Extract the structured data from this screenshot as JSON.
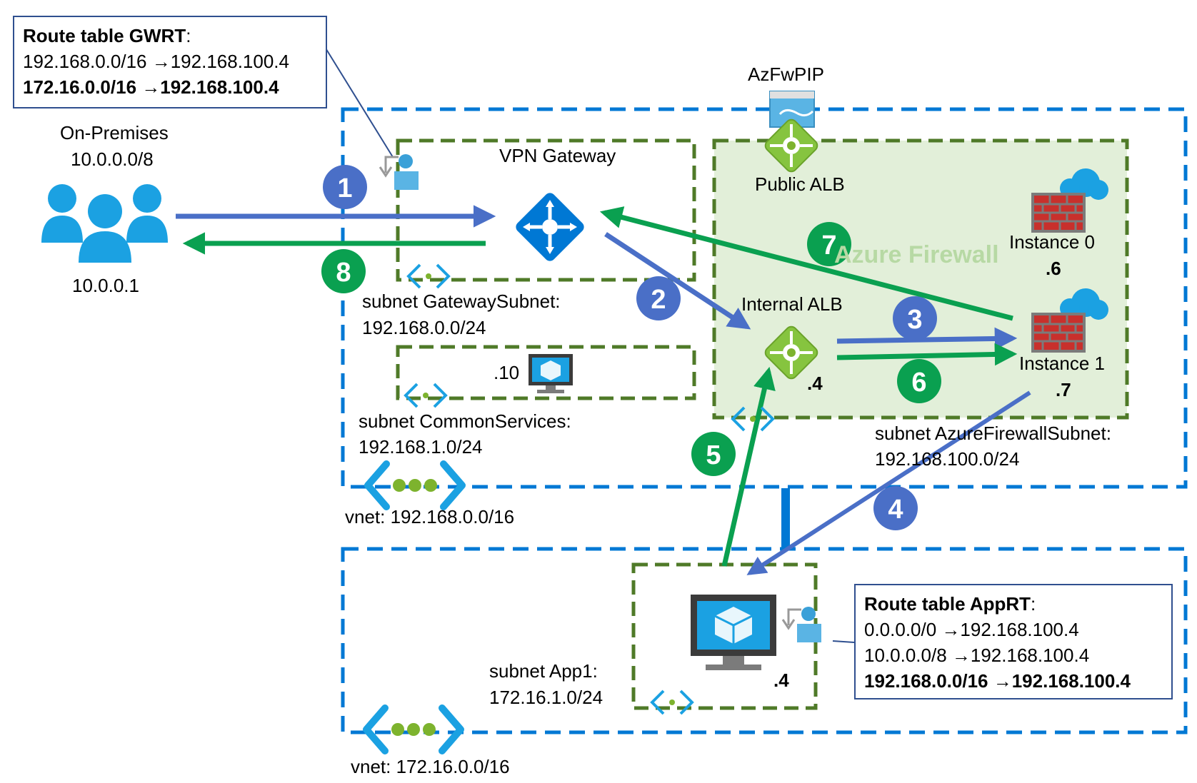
{
  "colors": {
    "blue_flow": "#4a6fc7",
    "green_flow": "#0aa050",
    "azure_blue": "#0078d4",
    "icon_cyan": "#1ba1e2",
    "subnet_dash": "#4f7a28",
    "firewall_fill": "#e2efd9",
    "alb_green": "#7db32e",
    "box_border": "#2f4f8f"
  },
  "route_table_gwrt": {
    "title": "Route table GWRT",
    "title_suffix": ":",
    "routes": [
      "192.168.0.0/16 →192.168.100.4",
      "172.16.0.0/16 →192.168.100.4"
    ]
  },
  "route_table_apprt": {
    "title": "Route table AppRT",
    "title_suffix": ":",
    "routes": [
      "0.0.0.0/0 →192.168.100.4",
      "10.0.0.0/8 →192.168.100.4",
      "192.168.0.0/16 →192.168.100.4"
    ]
  },
  "on_premises": {
    "name": "On-Premises",
    "cidr": "10.0.0.0/8",
    "host_ip": "10.0.0.1",
    "icon": "users-icon"
  },
  "vpn_gateway": {
    "label": "VPN Gateway",
    "icon": "vpn-gateway-icon"
  },
  "gateway_subnet": {
    "label": "subnet GatewaySubnet:",
    "cidr": "192.168.0.0/24"
  },
  "common_services": {
    "label": "subnet CommonServices:",
    "cidr": "192.168.1.0/24",
    "vm_ip": ".10"
  },
  "hub_vnet": {
    "label": "vnet: 192.168.0.0/16"
  },
  "spoke_vnet": {
    "label": "vnet: 172.16.0.0/16"
  },
  "app1_subnet": {
    "label": "subnet App1:",
    "cidr": "172.16.1.0/24",
    "vm_ip": ".4"
  },
  "firewall": {
    "name": "Azure Firewall",
    "public_ip_label": "AzFwPIP",
    "public_alb": "Public ALB",
    "internal_alb": "Internal ALB",
    "internal_alb_ip": ".4",
    "instance0": {
      "label": "Instance 0",
      "ip": ".6"
    },
    "instance1": {
      "label": "Instance 1",
      "ip": ".7"
    },
    "subnet_label": "subnet AzureFirewallSubnet:",
    "subnet_cidr": "192.168.100.0/24"
  },
  "steps": [
    {
      "n": "1",
      "color": "blue"
    },
    {
      "n": "2",
      "color": "blue"
    },
    {
      "n": "3",
      "color": "blue"
    },
    {
      "n": "4",
      "color": "blue"
    },
    {
      "n": "5",
      "color": "green"
    },
    {
      "n": "6",
      "color": "green"
    },
    {
      "n": "7",
      "color": "green"
    },
    {
      "n": "8",
      "color": "green"
    }
  ]
}
